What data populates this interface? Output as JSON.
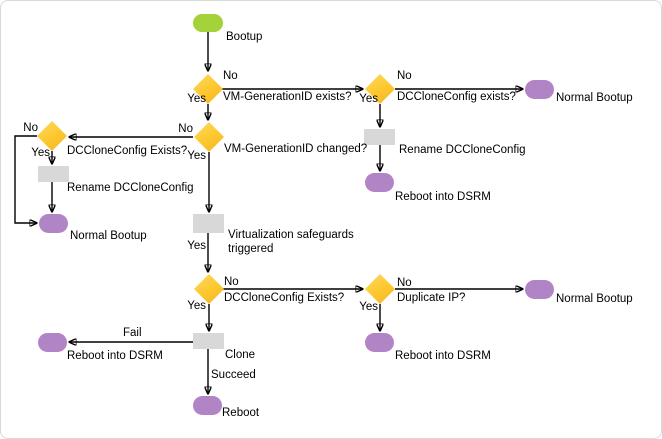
{
  "colors": {
    "background": "#ffffff",
    "frame_border": "#d9d9d9",
    "connector": "#000000",
    "start_fill": "#a5d23a",
    "decision_fill": "#fdc72c",
    "process_fill": "#d8d8d8",
    "terminal_fill": "#b184c5"
  },
  "nodes": {
    "bootup": {
      "label": "Bootup"
    },
    "vm_generation_id_exists": {
      "label": "VM-GenerationID exists?",
      "no": "No",
      "yes": "Yes"
    },
    "dccloneconfig_exists_top": {
      "label": "DCCloneConfig exists?",
      "no": "No",
      "yes": "Yes"
    },
    "normal_bootup_top_right": {
      "label": "Normal Bootup"
    },
    "rename_dccloneconfig_right": {
      "label": "Rename DCCloneConfig"
    },
    "reboot_into_dsrm_right": {
      "label": "Reboot into DSRM"
    },
    "dccloneconfig_exists_left": {
      "label": "DCCloneConfig Exists?",
      "no": "No",
      "yes": "Yes"
    },
    "rename_dccloneconfig_left": {
      "label": "Rename DCCloneConfig"
    },
    "normal_bootup_left": {
      "label": "Normal Bootup"
    },
    "vm_generation_id_changed": {
      "label": "VM-GenerationID changed?",
      "no": "No",
      "yes": "Yes"
    },
    "virtualization_safeguards": {
      "line1": "Virtualization safeguards",
      "line2": "triggered",
      "yes": "Yes"
    },
    "dccloneconfig_exists_bottom": {
      "label": "DCCloneConfig Exists?",
      "no": "No",
      "yes": "Yes"
    },
    "duplicate_ip": {
      "label": "Duplicate IP?",
      "no": "No",
      "yes": "Yes"
    },
    "normal_bootup_bottom_right": {
      "label": "Normal Bootup"
    },
    "reboot_into_dsrm_bottom": {
      "label": "Reboot into DSRM"
    },
    "clone": {
      "label": "Clone",
      "fail": "Fail",
      "succeed": "Succeed"
    },
    "reboot_into_dsrm_bottom_left": {
      "label": "Reboot into DSRM"
    },
    "reboot": {
      "label": "Reboot"
    }
  }
}
